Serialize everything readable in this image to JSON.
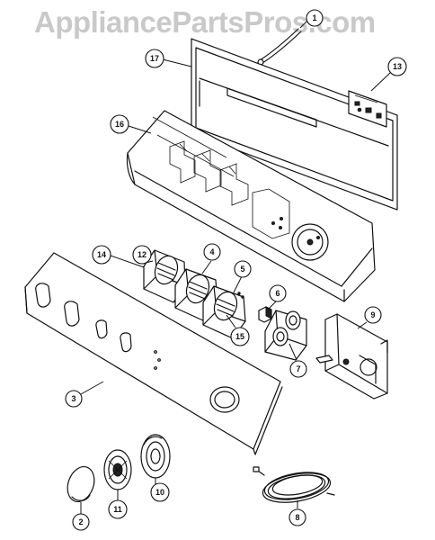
{
  "watermark": "AppliancePartsPros.com",
  "callouts": [
    {
      "num": "1",
      "part": "harness-tube"
    },
    {
      "num": "17",
      "part": "control-panel-rear"
    },
    {
      "num": "13",
      "part": "control-board"
    },
    {
      "num": "16",
      "part": "console"
    },
    {
      "num": "14",
      "part": "switch-left"
    },
    {
      "num": "12",
      "part": "switch-knob"
    },
    {
      "num": "4",
      "part": "switch-middle"
    },
    {
      "num": "5",
      "part": "switch-right"
    },
    {
      "num": "6",
      "part": "small-clip"
    },
    {
      "num": "9",
      "part": "timer"
    },
    {
      "num": "15",
      "part": "switch-knob-right"
    },
    {
      "num": "7",
      "part": "selector-switch"
    },
    {
      "num": "3",
      "part": "control-panel-front"
    },
    {
      "num": "2",
      "part": "knob-cap"
    },
    {
      "num": "11",
      "part": "knob-skirt"
    },
    {
      "num": "10",
      "part": "knob"
    },
    {
      "num": "8",
      "part": "wire-harness"
    }
  ]
}
